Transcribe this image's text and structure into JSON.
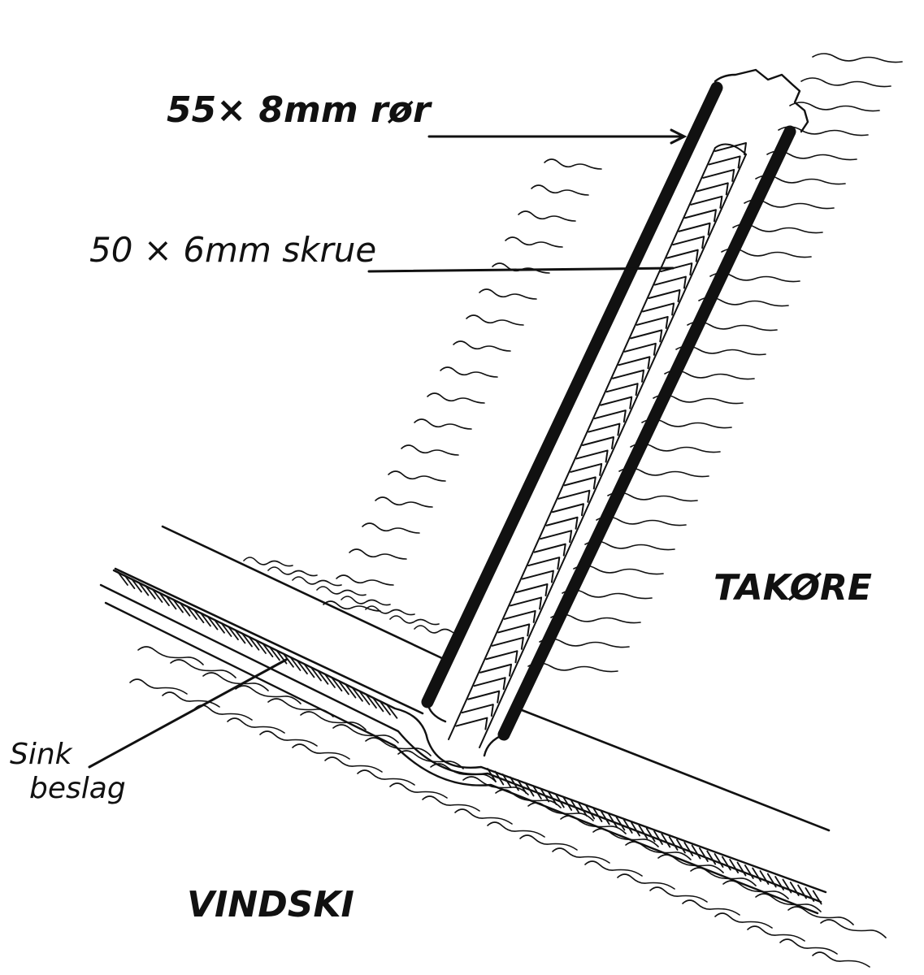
{
  "labels": {
    "tube": "55× 8mm rør",
    "screw": "50 × 6mm skrue",
    "roof_eave": "TAKØRE",
    "zinc_line1": "Sink",
    "zinc_line2": "beslag",
    "barge_board": "VINDSKI"
  },
  "colors": {
    "ink": "#111111",
    "paper": "#ffffff"
  }
}
